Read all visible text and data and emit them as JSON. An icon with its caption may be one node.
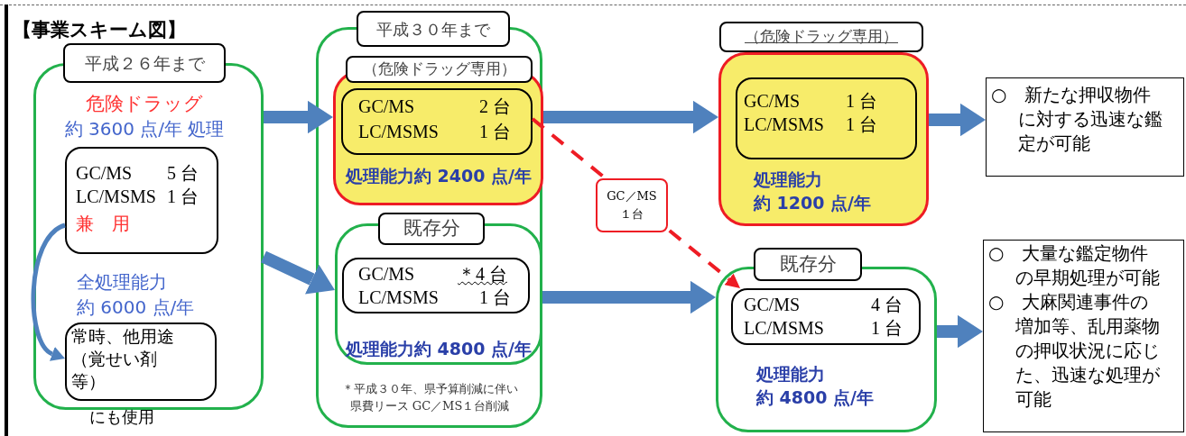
{
  "diagram": {
    "title": "【事業スキーム図】",
    "nodes": [
      {
        "text": [
          "平成２６年まで",
          "危険ドラッグ",
          "約 3600 点/年 処理",
          "全処理能力",
          "約 6000 点/年"
        ]
      },
      {
        "text": [
          "GC/MS",
          "5 台",
          "LC/MSMS",
          "1 台",
          "兼　用"
        ],
        "in": 0
      },
      {
        "text": [
          "常時、他用途（覚せい剤等）"
        ],
        "beside": [
          "にも使用"
        ],
        "in": 0
      },
      {
        "text": [
          "平成３０年まで",
          "＊平成３０年、県予算削減に伴い県費リース GC／MS１台削減"
        ]
      },
      {
        "text": [
          "（危険ドラッグ専用）",
          "処理能力約 2400 点/年"
        ],
        "in": 3
      },
      {
        "text": [
          "GC/MS",
          "2 台",
          "LC/MSMS",
          "1 台"
        ],
        "in": 4
      },
      {
        "text": [
          "既存分",
          "処理能力約 4800 点/年"
        ],
        "in": 3
      },
      {
        "text": [
          "GC/MS",
          "＊4 台",
          "LC/MSMS",
          "1 台"
        ],
        "in": 6
      },
      {
        "text": [
          "（危険ドラッグ専用）",
          "処理能力",
          "約 1200 点/年"
        ]
      },
      {
        "text": [
          "GC/MS",
          "1 台",
          "LC/MSMS",
          "1 台"
        ],
        "in": 8
      },
      {
        "text": [
          "既存分",
          "処理能力",
          "約 4800 点/年"
        ]
      },
      {
        "text": [
          "GC/MS",
          "4 台",
          "LC/MSMS",
          "1 台"
        ],
        "in": 10
      },
      {
        "text": [
          "○　新たな押収物件に対する迅速な鑑定が可能"
        ]
      },
      {
        "text": [
          "○　大量な鑑定物件の早期処理が可能",
          "○　大麻関連事件の増加等、乱用薬物の押収状況に応じた、迅速な処理が可能"
        ]
      }
    ],
    "edges": [
      {
        "from": 0,
        "to": 4,
        "arrow": "to"
      },
      {
        "from": 0,
        "to": 6,
        "arrow": "to"
      },
      {
        "from": 1,
        "to": 2,
        "arrow": "to"
      },
      {
        "from": 5,
        "to": 11,
        "arrow": "to",
        "style": "dashed",
        "color": "#ee1c24",
        "label": "GC／MS １台"
      },
      {
        "from": 4,
        "to": 8,
        "arrow": "to"
      },
      {
        "from": 6,
        "to": 10,
        "arrow": "to"
      },
      {
        "from": 8,
        "to": 12,
        "arrow": "to"
      },
      {
        "from": 10,
        "to": 13,
        "arrow": "to"
      }
    ]
  }
}
